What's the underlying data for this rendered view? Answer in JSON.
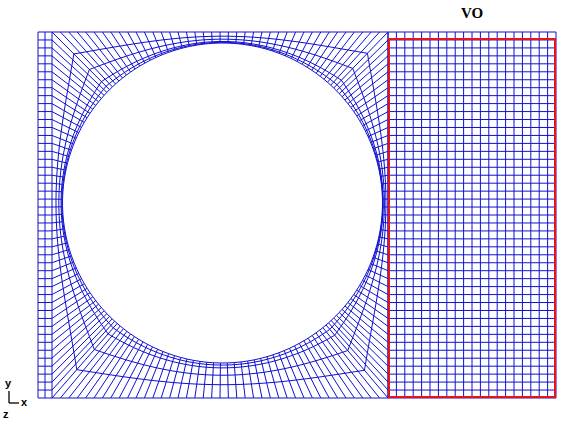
{
  "diagram": {
    "nodes": [
      {
        "text": [
          "VO"
        ]
      }
    ],
    "labels": [
      "y",
      "x",
      "z"
    ]
  }
}
